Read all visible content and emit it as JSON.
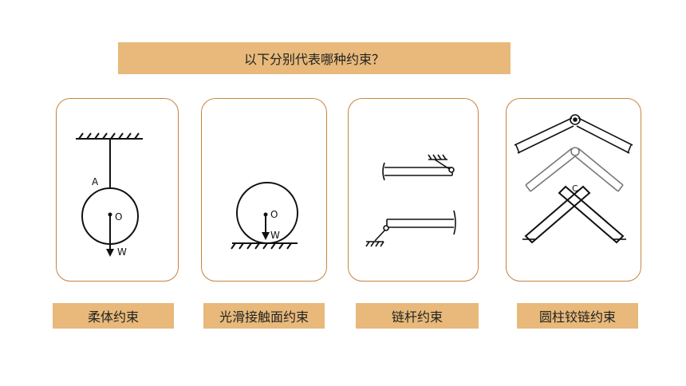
{
  "title": "以下分别代表哪种约束？",
  "cards": [
    {
      "label": "柔体约束",
      "point_a": "A",
      "point_o": "O",
      "weight": "W"
    },
    {
      "label": "光滑接触面约束",
      "point_o": "O",
      "weight": "W"
    },
    {
      "label": "链杆约束"
    },
    {
      "label": "圆柱铰链约束",
      "point_c": "C"
    }
  ],
  "colors": {
    "banner": "#e8b97a",
    "card_border": "#c9833f"
  }
}
